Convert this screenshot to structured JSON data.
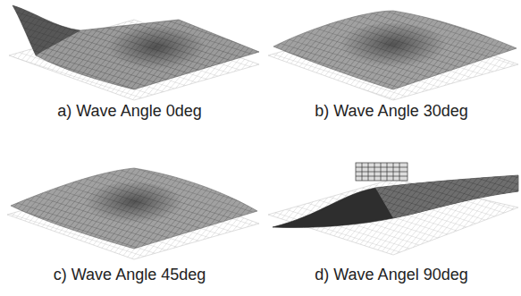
{
  "diagram": {
    "labels": [
      "a) Wave Angle 0deg",
      "b) Wave Angle 30deg",
      "c) Wave Angle 45deg",
      "d) Wave Angel 90deg"
    ]
  }
}
